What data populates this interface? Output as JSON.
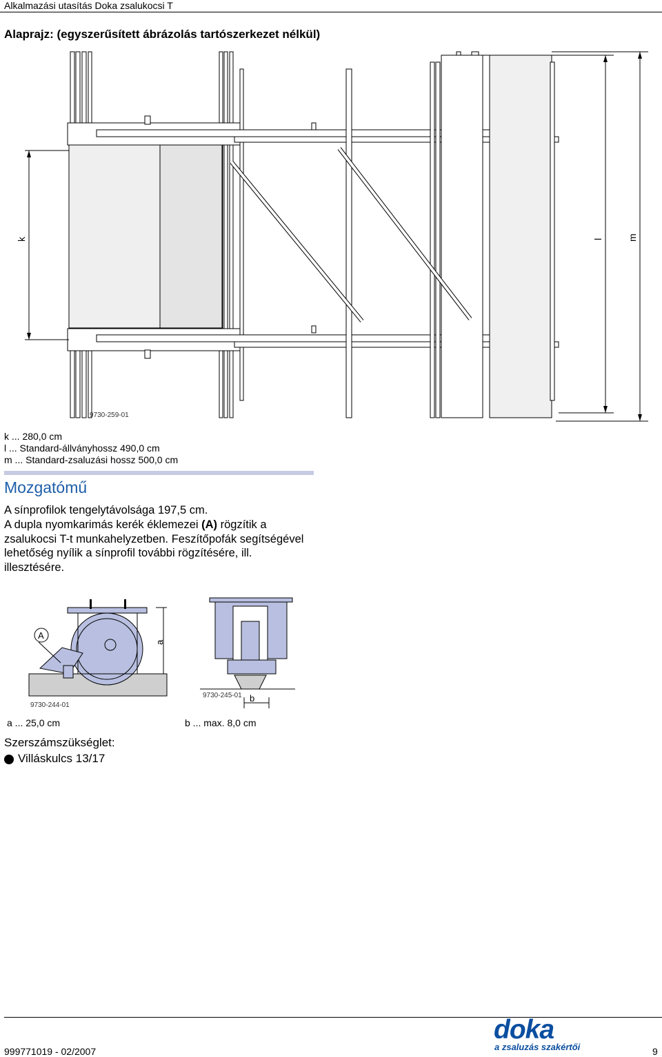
{
  "header": {
    "prefix": "Alkalmazási utasítás",
    "product": "Doka zsalukocsi T"
  },
  "plan": {
    "title": "Alaprajz: (egyszerűsített ábrázolás tartószerkezet nélkül)",
    "drawing_code": "9730-259-01",
    "dim_labels": {
      "k": "k",
      "l": "l",
      "m": "m"
    }
  },
  "specs": [
    "k ... 280,0 cm",
    "l ... Standard-állványhossz 490,0 cm",
    "m ... Standard-zsaluzási hossz 500,0 cm"
  ],
  "section": {
    "title": "Mozgatómű",
    "para_1": "A sínprofilok tengelytávolsága 197,5 cm.",
    "para_2a": "A dupla nyomkarimás kerék éklemezei ",
    "para_2b": "(A)",
    "para_2c": " rögzítik a zsalukocsi T-t munkahelyzetben. Feszítőpofák segítségével lehetőség nyílik a sínprofil további rögzítésére, ill. illesztésére."
  },
  "detail_left": {
    "code": "9730-244-01",
    "label_a": "A",
    "dim": "a",
    "caption": "a ... 25,0 cm"
  },
  "detail_right": {
    "code": "9730-245-01",
    "dim": "b",
    "caption": "b ... max. 8,0 cm"
  },
  "tools": {
    "title": "Szerszámszükséglet:",
    "item": "Villáskulcs 13/17"
  },
  "footer": {
    "doc_number": "999771019  - 02/2007",
    "page": "9",
    "logo": "doka",
    "tagline": "a zsaluzás szakértői"
  },
  "colors": {
    "brand": "#0a4ea0",
    "accent_bar": "#c6cbe3",
    "part_blue": "#b8bfe0"
  }
}
